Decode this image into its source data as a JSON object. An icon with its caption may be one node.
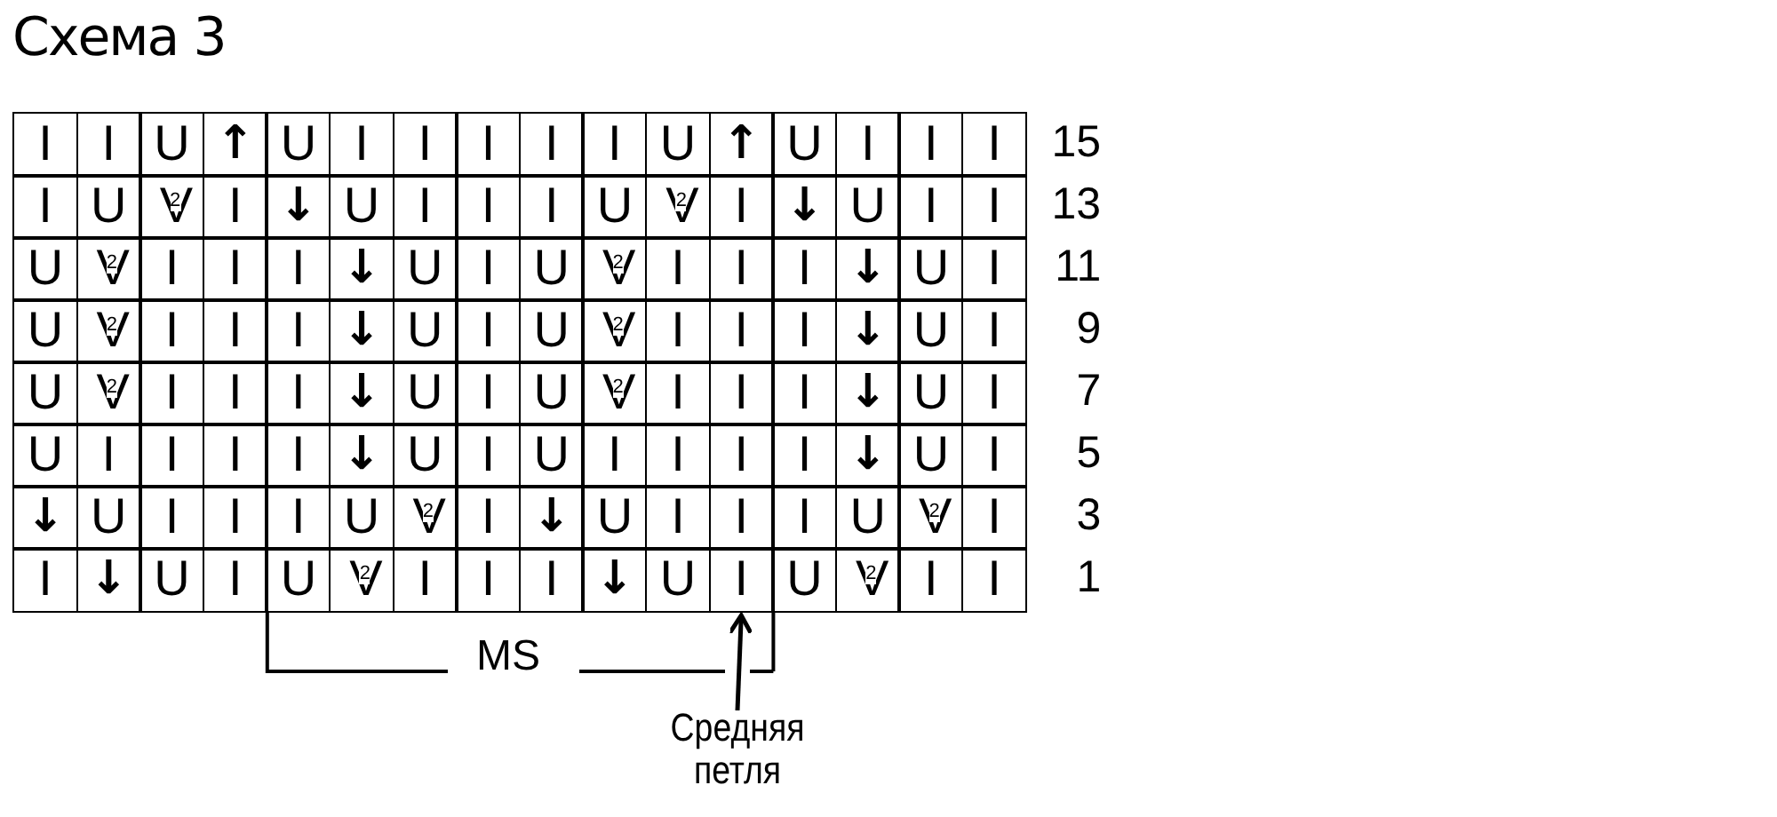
{
  "diagram": {
    "title": "Схема 3",
    "nodes": [
      {
        "text": [
          "I"
        ]
      },
      {
        "text": [
          "Средняя петля"
        ]
      }
    ],
    "edges": [
      {
        "from": 1,
        "to": 0,
        "arrow": "to"
      }
    ],
    "labels": [
      "I",
      "I",
      "U",
      "↑",
      "U",
      "I",
      "I",
      "I",
      "I",
      "I",
      "U",
      "↑",
      "U",
      "I",
      "I",
      "I",
      "15",
      "I",
      "U",
      "V$^{2}$",
      "I",
      "↓",
      "U",
      "I",
      "I",
      "I",
      "U",
      "V$^{2}$",
      "I",
      "↓",
      "U",
      "I",
      "I",
      "13",
      "U",
      "V$^{2}$",
      "I",
      "I",
      "I",
      "↓",
      "U",
      "I",
      "U",
      "V$^{2}$",
      "I",
      "I",
      "I",
      "↓",
      "U",
      "I",
      "11",
      "U",
      "V$^{2}$",
      "I",
      "I",
      "I",
      "↓",
      "U",
      "I",
      "U",
      "V$^{2}$",
      "I",
      "I",
      "I",
      "↓",
      "U",
      "I",
      "9",
      "U",
      "V$^{2}$",
      "I",
      "I",
      "I",
      "↓",
      "U",
      "I",
      "U",
      "V$^{2}$",
      "I",
      "I",
      "I",
      "↓",
      "U",
      "I",
      "7",
      "U",
      "I",
      "I",
      "I",
      "I",
      "↓",
      "U",
      "I",
      "U",
      "I",
      "I",
      "I",
      "I",
      "↓",
      "U",
      "I",
      "5",
      "↓",
      "U",
      "I",
      "I",
      "I",
      "U",
      "V$^{2}$",
      "I",
      "↓",
      "U",
      "I",
      "I",
      "I",
      "U",
      "V$^{2}$",
      "I",
      "3",
      "I",
      "↓",
      "U",
      "I",
      "U",
      "V$^{2}$",
      "I",
      "I",
      "I",
      "↓",
      "U",
      "U",
      "V$^{2}$",
      "I",
      "I",
      "1",
      "MS"
    ]
  }
}
